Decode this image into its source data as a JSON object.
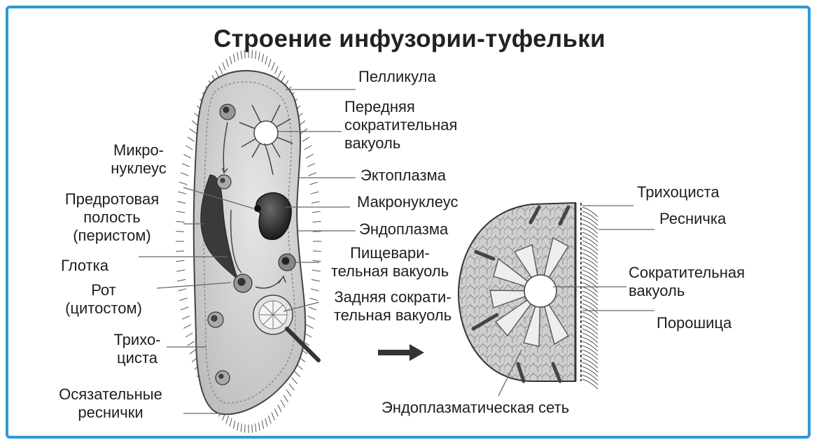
{
  "title": "Строение инфузории-туфельки",
  "colors": {
    "frame": "#2a9ad8",
    "text": "#1e1e1e",
    "line": "#666666"
  },
  "labels": {
    "pellicle": "Пелликула",
    "front_vacuole": [
      "Передняя",
      "сократительная",
      "вакуоль"
    ],
    "micronucleus": [
      "Микро-",
      "нуклеус"
    ],
    "ectoplasm": "Эктоплазма",
    "macronucleus": "Макронуклеус",
    "peristome": [
      "Предротовая",
      "полость",
      "(перистом)"
    ],
    "endoplasm": "Эндоплазма",
    "pharynx": "Глотка",
    "food_vacuole": [
      "Пищевари-",
      "тельная вакуоль"
    ],
    "mouth": [
      "Рот",
      "(цитостом)"
    ],
    "rear_vacuole": [
      "Задняя сократи-",
      "тельная вакуоль"
    ],
    "trichocyst_left": [
      "Трихо-",
      "циста"
    ],
    "tactile_cilia": [
      "Осязательные",
      "реснички"
    ],
    "trichocyst_right": "Трихоциста",
    "cilium": "Ресничка",
    "contractile_vacuole": [
      "Сократительная",
      "вакуоль"
    ],
    "cytoproct": "Порошица",
    "er": "Эндоплазматическая сеть"
  }
}
